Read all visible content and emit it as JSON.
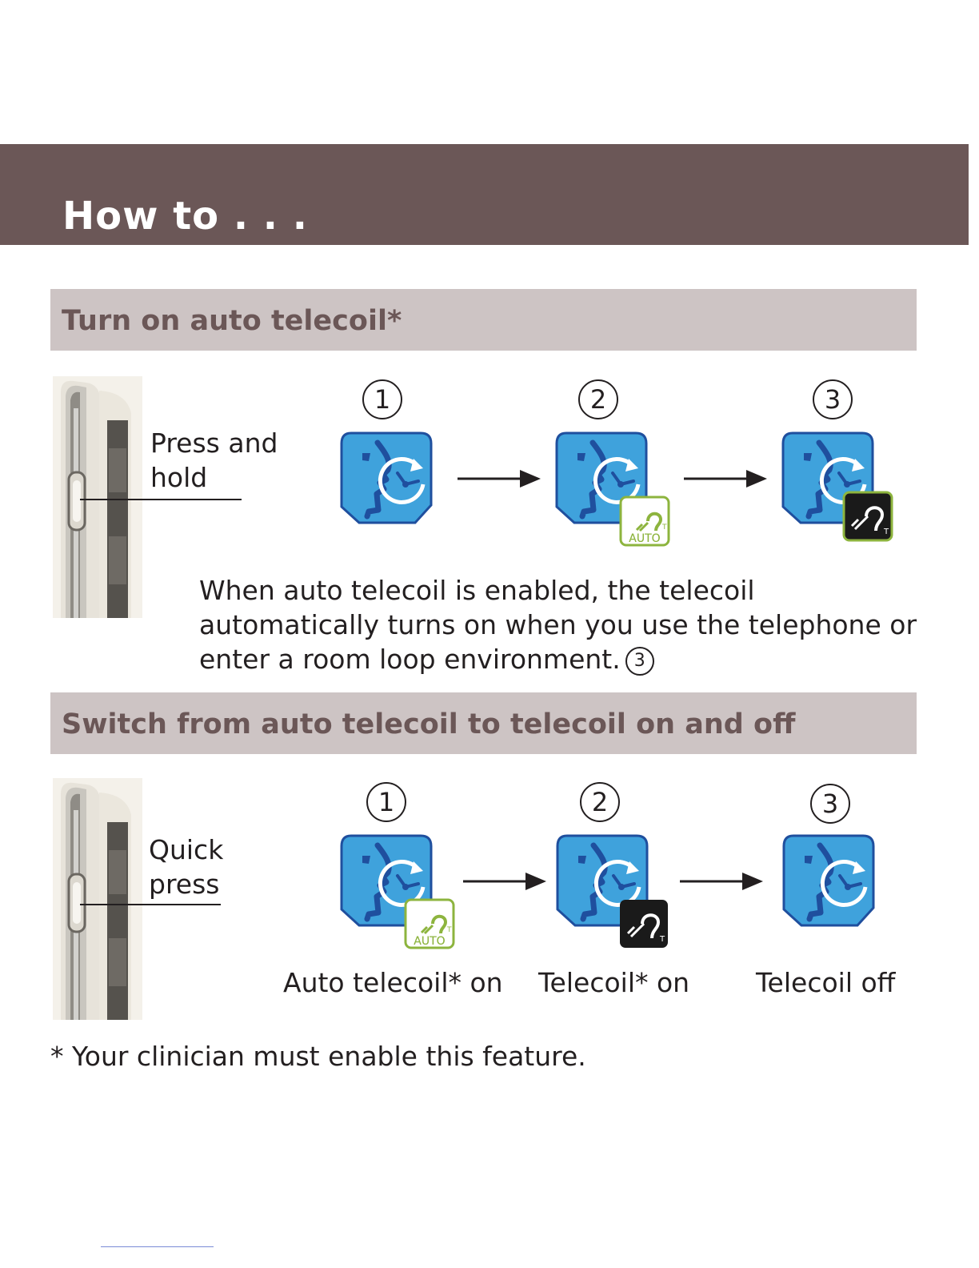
{
  "header": {
    "title": "How to . . ."
  },
  "section1": {
    "title": "Turn on auto telecoil*",
    "action_label": [
      "Press and",
      "hold"
    ],
    "steps": [
      {
        "number": "1",
        "icon": "program-icon"
      },
      {
        "number": "2",
        "icon": "program-icon",
        "badge": "auto-telecoil-badge",
        "badge_text": "AUTO"
      },
      {
        "number": "3",
        "icon": "program-icon",
        "badge": "telecoil-badge"
      }
    ],
    "description": "When auto telecoil is enabled, the telecoil automatically turns on when you use the telephone or enter a room loop environment.",
    "description_ref": "3"
  },
  "section2": {
    "title": "Switch from auto telecoil to telecoil on and off",
    "action_label": [
      "Quick",
      "press"
    ],
    "steps": [
      {
        "number": "1",
        "icon": "program-icon",
        "badge": "auto-telecoil-badge",
        "badge_text": "AUTO",
        "caption": "Auto telecoil* on"
      },
      {
        "number": "2",
        "icon": "program-icon",
        "badge": "telecoil-badge",
        "caption": "Telecoil* on"
      },
      {
        "number": "3",
        "icon": "program-icon",
        "caption": "Telecoil off"
      }
    ]
  },
  "footnote": "* Your clinician must enable this feature.",
  "colors": {
    "header_band": "#6b5757",
    "section_bar": "#cdc4c4",
    "section_title": "#6b5757",
    "icon_blue": "#3fa2dc",
    "icon_border": "#1f4f9e",
    "auto_green": "#8db43e"
  }
}
